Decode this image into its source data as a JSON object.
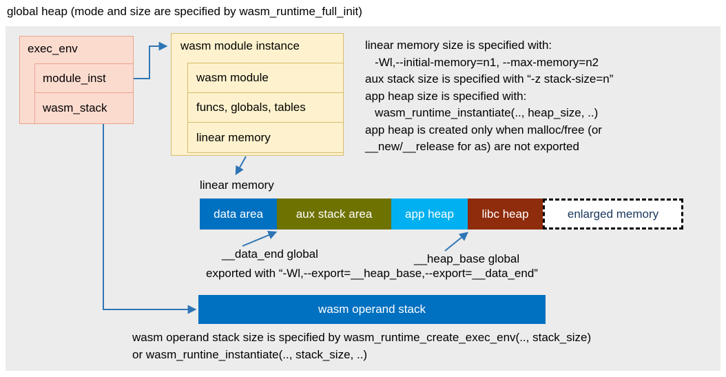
{
  "title": "global heap (mode and size are specified by wasm_runtime_full_init)",
  "exec_env": {
    "label": "exec_env",
    "module_inst": "module_inst",
    "wasm_stack": "wasm_stack"
  },
  "module_instance": {
    "label": "wasm module instance",
    "rows": [
      "wasm module",
      "funcs, globals, tables",
      "linear memory"
    ]
  },
  "notes": {
    "lines": [
      "linear memory size is specified with:",
      "   -Wl,--initial-memory=n1, --max-memory=n2",
      "aux stack size is specified with “-z stack-size=n”",
      "app heap size is specified with:",
      "   wasm_runtime_instantiate(.., heap_size, ..)",
      "app heap is created only when malloc/free (or",
      "__new/__release for as) are not exported"
    ]
  },
  "linear_memory": {
    "label": "linear memory",
    "segments": [
      {
        "label": "data area",
        "color": "#0070c0"
      },
      {
        "label": "aux stack area",
        "color": "#6e7200"
      },
      {
        "label": "app heap",
        "color": "#00b0f0"
      },
      {
        "label": "libc heap",
        "color": "#8f2c0c"
      },
      {
        "label": "enlarged memory",
        "color": "#ffffff"
      }
    ]
  },
  "annotations": {
    "data_end": "__data_end global",
    "heap_base": "__heap_base global",
    "exported": "exported with “-Wl,--export=__heap_base,--export=__data_end”"
  },
  "operand_stack": {
    "label": "wasm operand stack"
  },
  "footer": {
    "lines": [
      "wasm operand stack size is specified by wasm_runtime_create_exec_env(.., stack_size)",
      "or wasm_runtine_instantiate(.., stack_size, ..)"
    ]
  },
  "colors": {
    "arrow": "#2e75b6",
    "panel_bg": "#ececec",
    "exec_box_fill": "#fcdbcf",
    "exec_box_border": "#eba28c",
    "module_box_fill": "#fdf2cd",
    "module_box_border": "#d8bc6e",
    "operand_stack_fill": "#0070c0",
    "enlarged_text": "#17365d"
  }
}
